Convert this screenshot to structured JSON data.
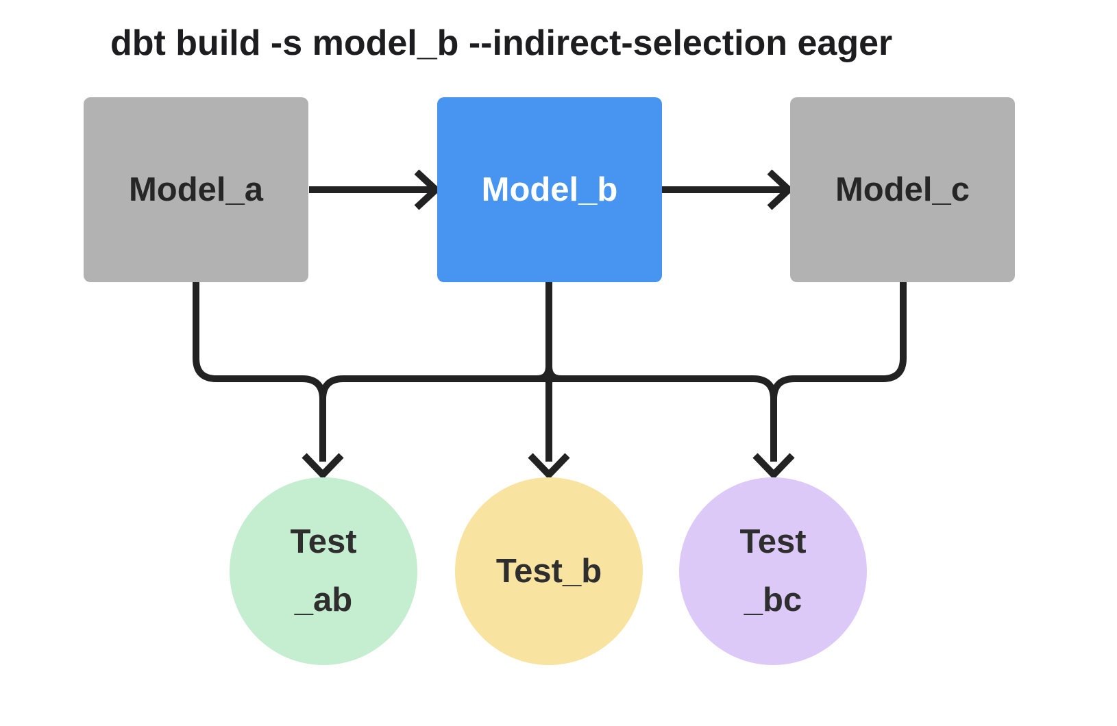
{
  "title": "dbt build -s model_b --indirect-selection eager",
  "colors": {
    "background": "#ffffff",
    "edge": "#222222",
    "model_default_fill": "#b2b2b2",
    "model_selected_fill": "#4795f0",
    "model_default_text": "#262626",
    "model_selected_text": "#ffffff",
    "test_ab_fill": "#c5edcf",
    "test_b_fill": "#f8e4a0",
    "test_bc_fill": "#dcc9f7"
  },
  "nodes": {
    "models": [
      {
        "id": "model_a",
        "label": "Model_a",
        "type": "model",
        "selected": false,
        "fill": "#b2b2b2"
      },
      {
        "id": "model_b",
        "label": "Model_b",
        "type": "model",
        "selected": true,
        "fill": "#4795f0"
      },
      {
        "id": "model_c",
        "label": "Model_c",
        "type": "model",
        "selected": false,
        "fill": "#b2b2b2"
      }
    ],
    "tests": [
      {
        "id": "test_ab",
        "label_line1": "Test",
        "label_line2": "_ab",
        "fill": "#c5edcf"
      },
      {
        "id": "test_b",
        "label_line1": "Test_b",
        "label_line2": "",
        "fill": "#f8e4a0"
      },
      {
        "id": "test_bc",
        "label_line1": "Test",
        "label_line2": "_bc",
        "fill": "#dcc9f7"
      }
    ]
  },
  "edges": [
    {
      "from": "model_a",
      "to": "model_b",
      "kind": "model-dependency-arrow"
    },
    {
      "from": "model_b",
      "to": "model_c",
      "kind": "model-dependency-arrow"
    },
    {
      "from": "model_a",
      "to": "test_ab",
      "kind": "test-edge"
    },
    {
      "from": "model_b",
      "to": "test_ab",
      "kind": "test-edge"
    },
    {
      "from": "model_b",
      "to": "test_b",
      "kind": "test-edge"
    },
    {
      "from": "model_b",
      "to": "test_bc",
      "kind": "test-edge"
    },
    {
      "from": "model_c",
      "to": "test_bc",
      "kind": "test-edge"
    }
  ]
}
